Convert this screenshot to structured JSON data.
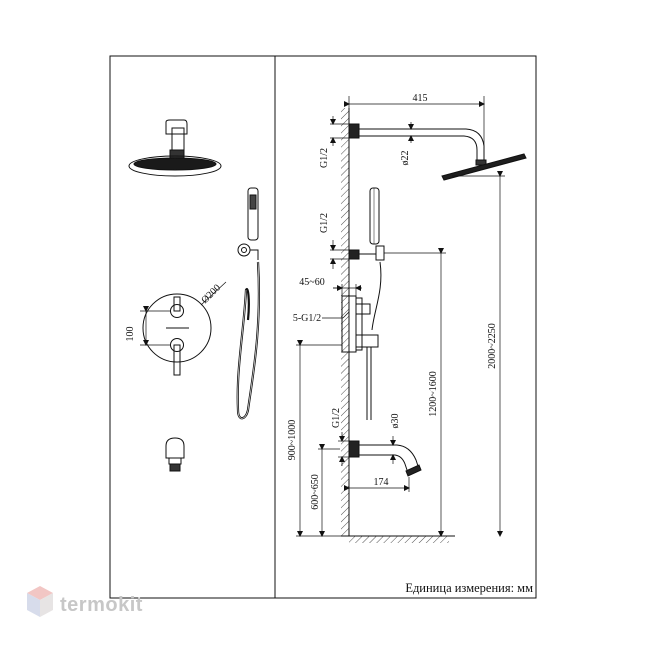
{
  "diagram": {
    "unit_note": "Единица измерения: мм",
    "labels": {
      "arm_length": "415",
      "arm_dia": "ø22",
      "thread_top": "G1/2",
      "thread_mid": "G1/2",
      "wall_depth": "45~60",
      "thread_mixer": "5-G1/2",
      "thread_spout": "G1/2",
      "spout_dia": "ø30",
      "spout_length": "174",
      "spout_height": "600~650",
      "mixer_height": "900~1000",
      "holder_height": "1200~1600",
      "head_height": "2000~2250",
      "plate_dia": "Ø200",
      "handle_spacing": "100"
    }
  },
  "watermark": {
    "brand": "termokit",
    "colors": {
      "top": "#f2c6c4",
      "left": "#d7dceb",
      "right": "#e7e4e4"
    }
  }
}
